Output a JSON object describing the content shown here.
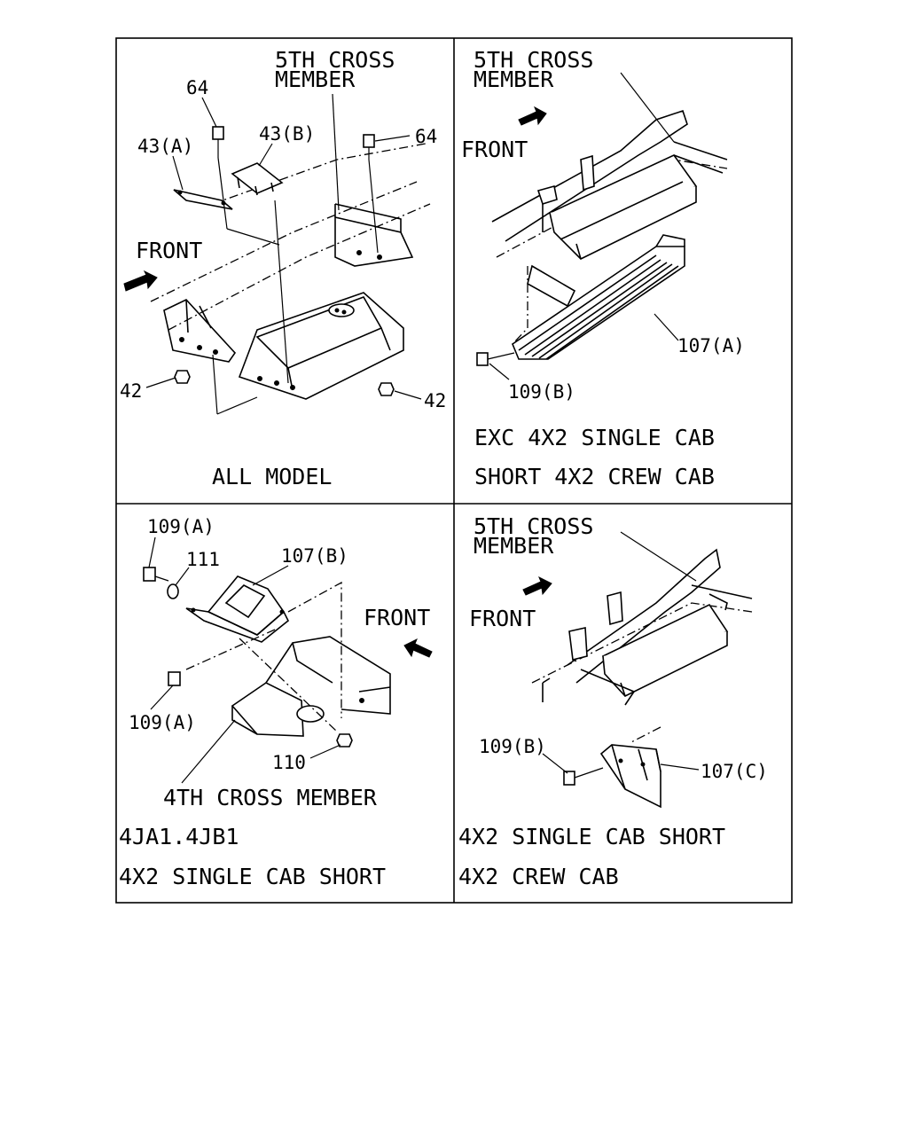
{
  "panels": [
    {
      "caption": [
        "ALL MODEL"
      ],
      "labels": {
        "cross": [
          "5TH CROSS",
          "MEMBER"
        ],
        "front": "FRONT",
        "p64a": "64",
        "p64b": "64",
        "p43a": "43(A)",
        "p43b": "43(B)",
        "p42a": "42",
        "p42b": "42"
      }
    },
    {
      "caption": [
        "EXC 4X2 SINGLE CAB",
        "SHORT 4X2 CREW CAB"
      ],
      "labels": {
        "cross": [
          "5TH CROSS",
          "MEMBER"
        ],
        "front": "FRONT",
        "p107": "107(A)",
        "p109": "109(B)"
      }
    },
    {
      "caption": [
        "4JA1.4JB1",
        "4X2 SINGLE CAB SHORT"
      ],
      "labels": {
        "front": "FRONT",
        "p109a": "109(A)",
        "p109b": "109(A)",
        "p111": "111",
        "p107": "107(B)",
        "p110": "110",
        "cross4": "4TH CROSS MEMBER"
      }
    },
    {
      "caption": [
        "4X2 SINGLE CAB SHORT",
        "4X2 CREW CAB"
      ],
      "labels": {
        "cross": [
          "5TH CROSS",
          "MEMBER"
        ],
        "front": "FRONT",
        "p109": "109(B)",
        "p107": "107(C)"
      }
    }
  ]
}
